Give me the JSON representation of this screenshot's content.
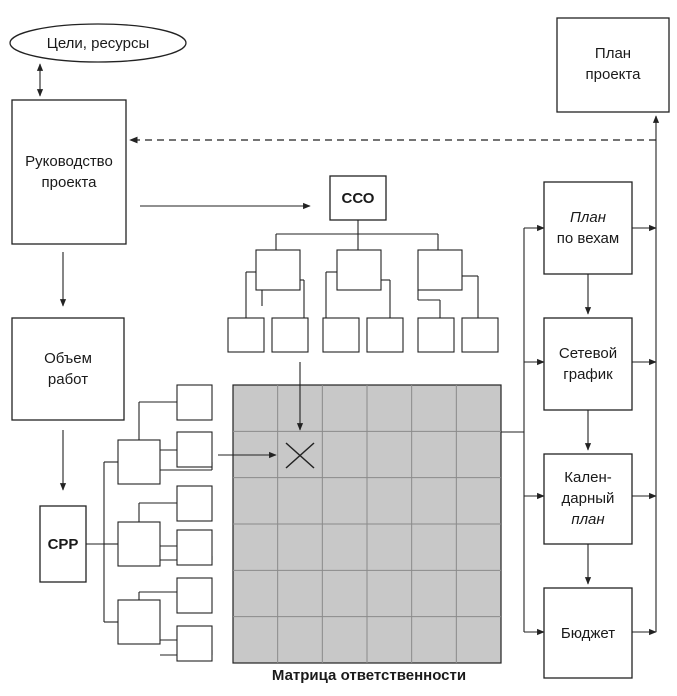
{
  "nodes": {
    "goals": "Цели, ресурсы",
    "management": [
      "Руководство",
      "проекта"
    ],
    "scope": [
      "Объем",
      "работ"
    ],
    "wbs": "СРР",
    "obs": "ССО",
    "project_plan": [
      "План",
      "проекта"
    ],
    "milestone_plan": [
      "План",
      "по вехам"
    ],
    "network": [
      "Сетевой",
      "график"
    ],
    "calendar": [
      "Кален-",
      "дарный",
      "план"
    ],
    "budget": "Бюджет"
  },
  "matrix": {
    "caption": "Матрица ответственности",
    "rows": 6,
    "cols": 6,
    "marked_cell": [
      1,
      1
    ]
  },
  "colors": {
    "line": "#222222",
    "matrix_fill": "#c8c8c8",
    "box_fill": "#ffffff"
  }
}
